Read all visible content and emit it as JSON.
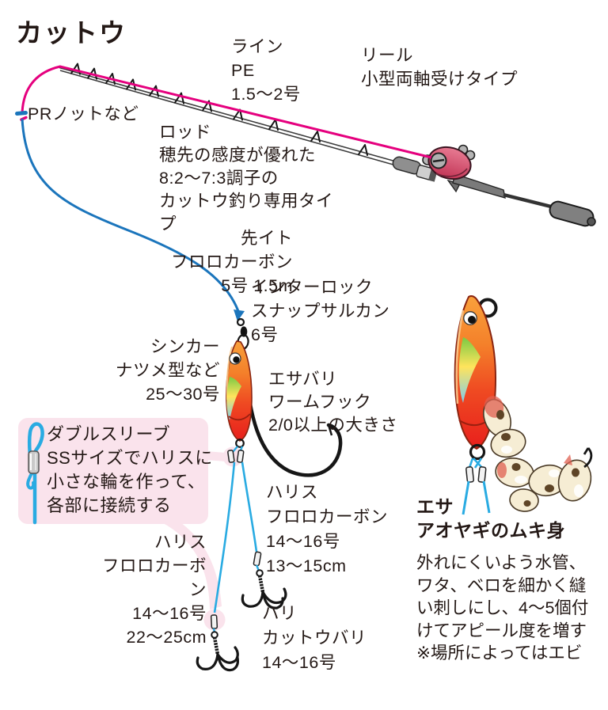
{
  "title": "カットウ",
  "labels": {
    "line": "ライン\nPE\n1.5〜2号",
    "reel": "リール\n小型両軸受けタイプ",
    "pr_knot": "PRノットなど",
    "rod": "ロッド\n穂先の感度が優れた\n8:2〜7:3調子の\nカットウ釣り専用タイプ",
    "leader": "先イト\nフロロカーボン\n5号 1.5m",
    "snap_swivel": "インターロック\nスナップサルカン\n6号",
    "sinker": "シンカー\nナツメ型など\n25〜30号",
    "bait_hook": "エサバリ\nワームフック\n2/0以上の大きさ",
    "double_sleeve_callout": "ダブルスリーブ\nSSサイズでハリスに\n小さな輪を作って、\n各部に接続する",
    "haris_right": "ハリス\nフロロカーボン\n14〜16号\n13〜15cm",
    "haris_left": "ハリス\nフロロカーボン\n14〜16号\n22〜25cm",
    "hook": "ハリ\nカットウバリ\n14〜16号",
    "bait_title": "エサ\nアオヤギのムキ身",
    "bait_note": "外れにくいよう水管、\nワタ、ベロを細かく縫\nい刺しにし、4〜5個付\nけてアピール度を増す\n※場所によってはエビ"
  },
  "colors": {
    "pe_line_pink": "#E5007E",
    "leader_blue": "#1B75BC",
    "haris_light_blue": "#29ABE2",
    "callout_pink": "#FAE3EC",
    "sinker_orange": "#F7941E",
    "sinker_red": "#E8251D",
    "reel_pink": "#D94F6F",
    "clam_cream": "#F6EDD4",
    "text_black": "#231815"
  }
}
